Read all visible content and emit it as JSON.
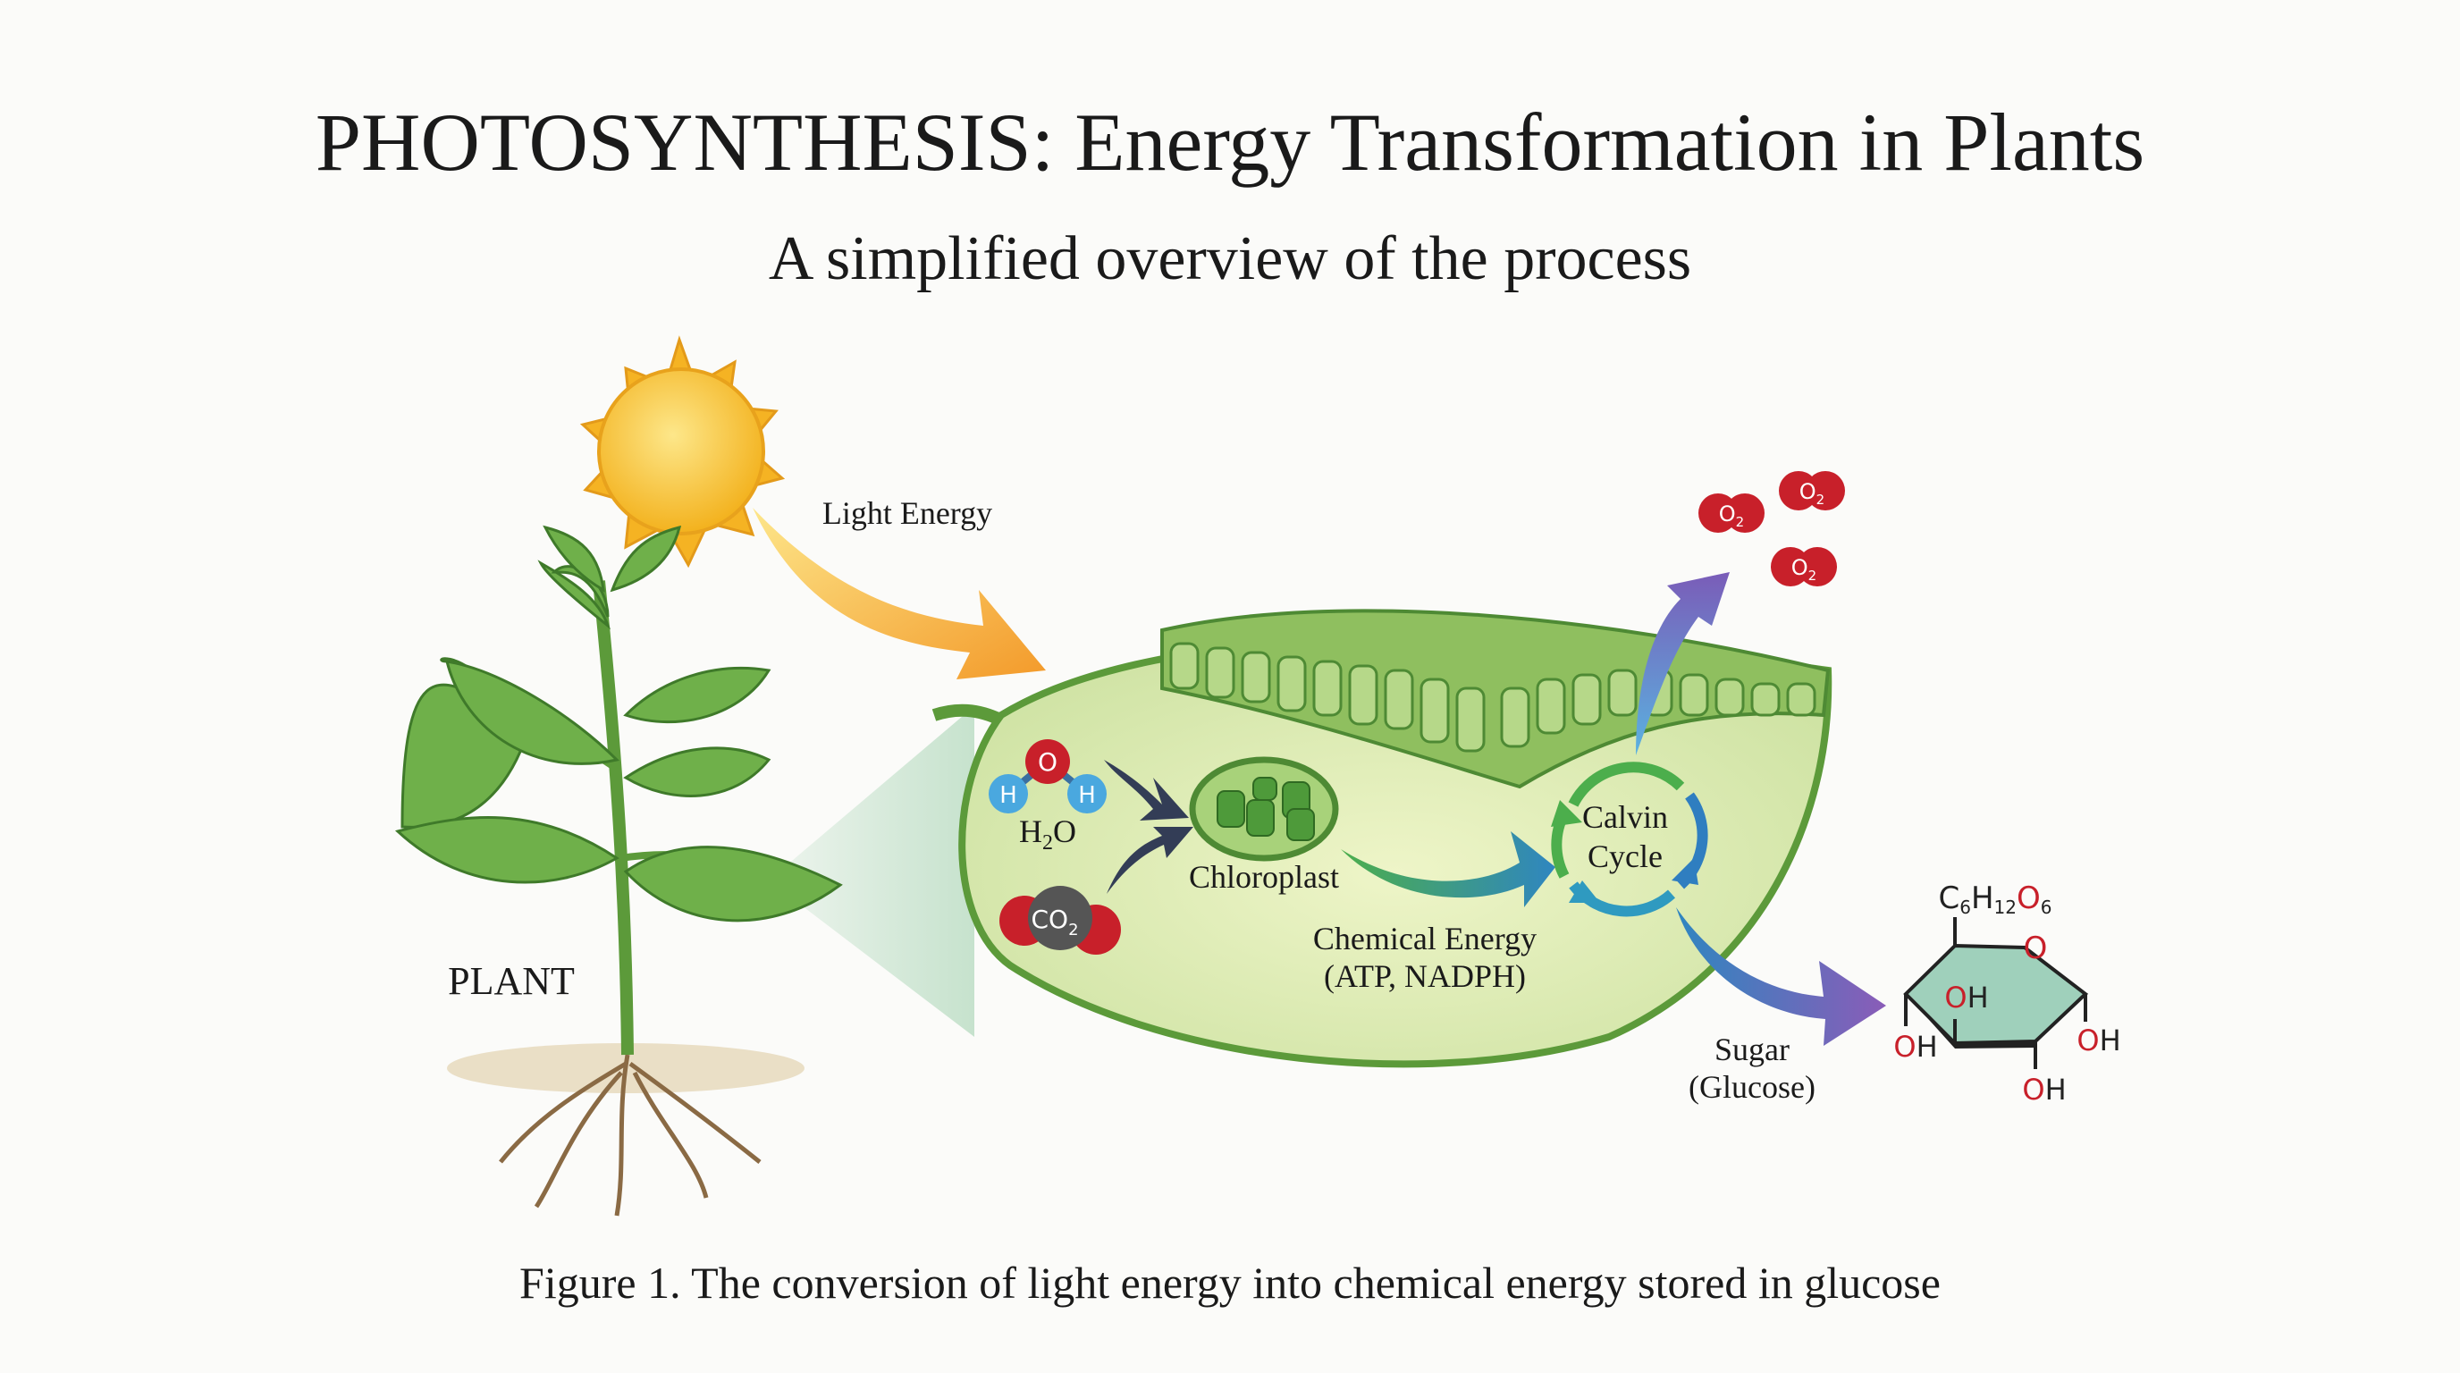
{
  "title": "PHOTOSYNTHESIS: Energy Transformation in Plants",
  "subtitle": "A simplified overview of the process",
  "labels": {
    "light_energy": "Light Energy",
    "plant": "PLANT",
    "water": {
      "main": "H",
      "sub": "2",
      "end": "O"
    },
    "water_atoms": {
      "o": "O",
      "h1": "H",
      "h2": "H"
    },
    "co2": {
      "main": "CO",
      "sub": "2"
    },
    "chloroplast": "Chloroplast",
    "chemical_energy_line1": "Chemical Energy",
    "chemical_energy_line2": "(ATP, NADPH)",
    "calvin_line1": "Calvin",
    "calvin_line2": "Cycle",
    "oxygen": [
      {
        "main": "O",
        "sub": "2"
      },
      {
        "main": "O",
        "sub": "2"
      },
      {
        "main": "O",
        "sub": "2"
      }
    ],
    "sugar_line1": "Sugar",
    "sugar_line2": "(Glucose)"
  },
  "glucose": {
    "formula": {
      "c": "C",
      "c_n": "6",
      "h": "H",
      "h_n": "12",
      "o": "O",
      "o_n": "6"
    },
    "ring_oxygen": "O",
    "hydroxyls": [
      {
        "o": "O",
        "h": "H"
      },
      {
        "o": "O",
        "h": "H"
      },
      {
        "o": "O",
        "h": "H"
      },
      {
        "o": "O",
        "h": "H"
      }
    ]
  },
  "caption": "Figure 1. The conversion of light energy into chemical energy stored in glucose",
  "colors": {
    "leaf": "#dbeab8",
    "leaf_edge": "#5c9a3a",
    "sun": "#f7c531",
    "oxygen_red": "#c8202a",
    "hydrogen_blue": "#4aa8df",
    "glucose_fill": "#9fd0bb"
  }
}
